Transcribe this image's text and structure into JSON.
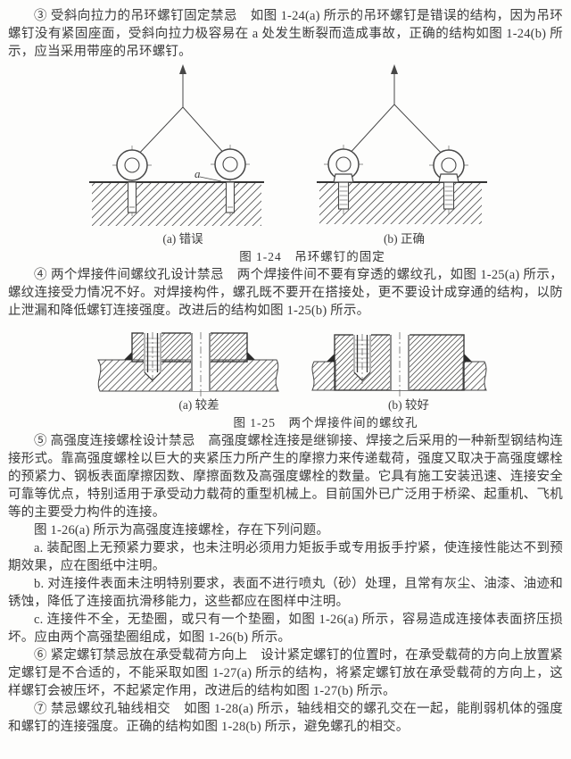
{
  "page": {
    "background": "#fdfdfc",
    "ink": "#3b3b3b",
    "drawing_ink": "#474747"
  },
  "paragraphs": {
    "p3": "③ 受斜向拉力的吊环螺钉固定禁忌　如图 1-24(a) 所示的吊环螺钉是错误的结构，因为吊环螺钉没有紧固座面，受斜向拉力极容易在 a 处发生断裂而造成事故，正确的结构如图 1-24(b) 所示，应当采用带座的吊环螺钉。",
    "p4": "④ 两个焊接件间螺纹孔设计禁忌　两个焊接件间不要有穿透的螺纹孔，如图 1-25(a) 所示，螺纹连接受力情况不好。对焊接构件，螺孔既不要开在搭接处，更不要设计成穿通的结构，以防止泄漏和降低螺钉连接强度。改进后的结构如图 1-25(b) 所示。",
    "p5": "⑤ 高强度连接螺栓设计禁忌　高强度螺栓连接是继铆接、焊接之后采用的一种新型钢结构连接形式。靠高强度螺栓以巨大的夹紧压力所产生的摩擦力来传递载荷，强度又取决于高强度螺栓的预紧力、钢板表面摩擦因数、摩擦面数及高强度螺栓的数量。它具有施工安装迅速、连接安全可靠等优点，特别适用于承受动力载荷的重型机械上。目前国外已广泛用于桥梁、起重机、飞机等的主要受力构件的连接。",
    "p26_intro": "图 1-26(a) 所示为高强度连接螺栓，存在下列问题。",
    "item_a": "a. 装配图上无预紧力要求，也未注明必须用力矩扳手或专用扳手拧紧，使连接性能达不到预期效果，应在图纸中注明。",
    "item_b": "b. 对连接件表面未注明特别要求，表面不进行喷丸（砂）处理，且常有灰尘、油漆、油迹和锈蚀，降低了连接面抗滑移能力，这些都应在图样中注明。",
    "item_c": "c. 连接件不全，无垫圈，或只有一个垫圈，如图 1-26(a) 所示，容易造成连接体表面挤压损坏。应由两个高强垫圈组成，如图 1-26(b) 所示。",
    "p6": "⑥ 紧定螺钉禁忌放在承受载荷方向上　设计紧定螺钉的位置时，在承受载荷的方向上放置紧定螺钉是不合适的，不能采取如图 1-27(a) 所示的结构，将紧定螺钉放在承受载荷的方向上，这样螺钉会被压坏，不起紧定作用，改进后的结构如图 1-27(b) 所示。",
    "p7": "⑦ 禁忌螺纹孔轴线相交　如图 1-28(a) 所示，轴线相交的螺孔交在一起，能削弱机体的强度和螺钉的连接强度。正确的结构如图 1-28(b) 所示，避免螺孔的相交。"
  },
  "figures": {
    "fig124": {
      "sub_a": "(a) 错误",
      "sub_b": "(b) 正确",
      "caption": "图 1-24　吊环螺钉的固定",
      "point_label": "a"
    },
    "fig125": {
      "sub_a": "(a) 较差",
      "sub_b": "(b) 较好",
      "caption": "图 1-25　两个焊接件间的螺纹孔"
    }
  }
}
